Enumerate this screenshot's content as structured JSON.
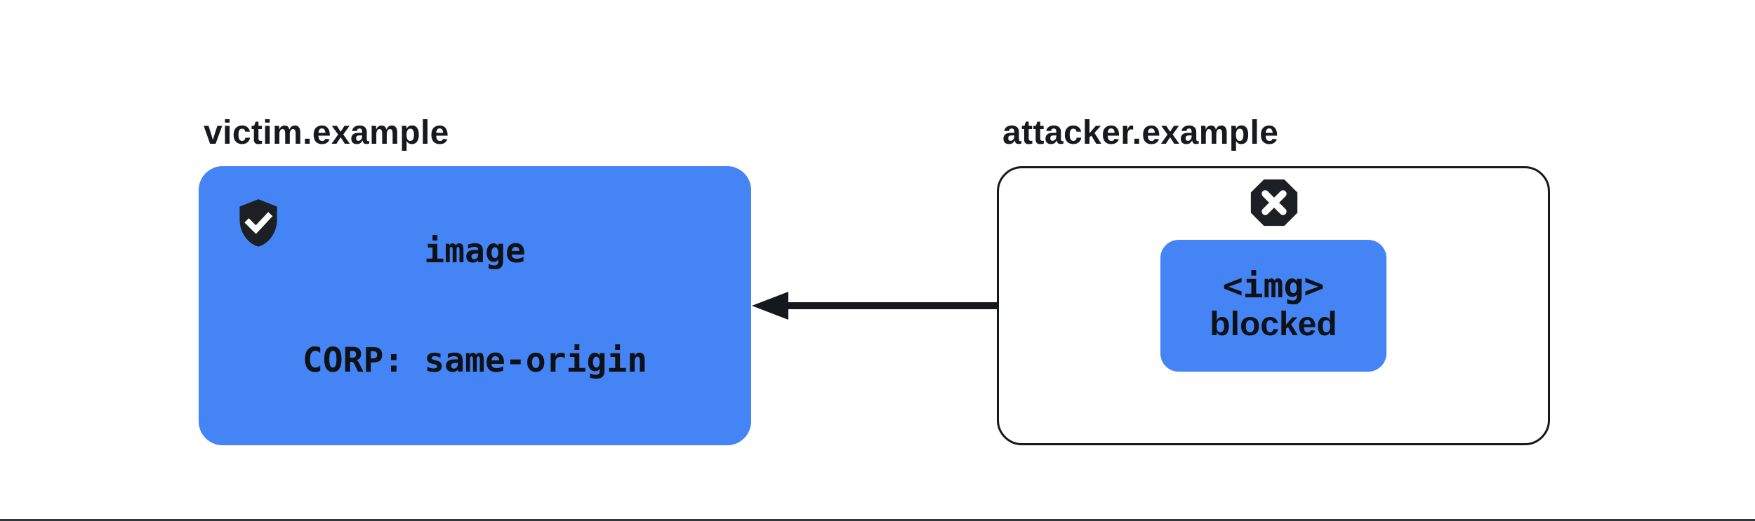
{
  "victim": {
    "domain": "victim.example",
    "box_line1": "image",
    "box_line2": "CORP: same-origin",
    "icon": "shield-check"
  },
  "attacker": {
    "domain": "attacker.example",
    "box_line1": "<img>",
    "box_line2": "blocked",
    "icon": "blocked-x-octagon"
  },
  "arrow": {
    "direction": "right-to-left"
  },
  "colors": {
    "accent_blue": "#4484F4",
    "ink": "#15181C",
    "icon_black": "#1C1F24",
    "divider": "#33363B"
  }
}
